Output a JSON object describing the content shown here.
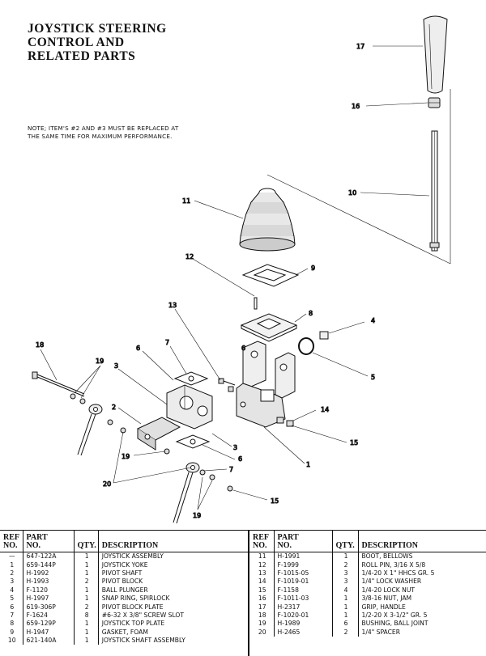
{
  "title": {
    "line1": "JOYSTICK STEERING",
    "line2": "CONTROL AND",
    "line3": "RELATED PARTS"
  },
  "note": {
    "line1": "NOTE; ITEM'S #2 AND #3 MUST BE REPLACED AT",
    "line2": "THE SAME TIME FOR MAXIMUM PERFORMANCE."
  },
  "callouts": {
    "c17": "17",
    "c16": "16",
    "c10": "10",
    "c11": "11",
    "c12": "12",
    "c9": "9",
    "c13": "13",
    "c8": "8",
    "c4": "4",
    "c18": "18",
    "c7": "7",
    "c6a": "6",
    "c3a": "3",
    "c19a": "19",
    "c6b": "6",
    "c5": "5",
    "c2": "2",
    "c14": "14",
    "c15a": "15",
    "c3b": "3",
    "c6c": "6",
    "c19b": "19",
    "c7b": "7",
    "c1": "1",
    "c20": "20",
    "c15b": "15",
    "c19c": "19"
  },
  "table": {
    "headers": {
      "ref_line1": "REF",
      "ref_line2": "NO.",
      "part_line1": "PART",
      "part_line2": "NO.",
      "qty": "QTY.",
      "desc": "DESCRIPTION"
    },
    "left_rows": [
      {
        "ref": "—",
        "part": "647-122A",
        "qty": "1",
        "desc": "JOYSTICK ASSEMBLY"
      },
      {
        "ref": "1",
        "part": "659-144P",
        "qty": "1",
        "desc": "JOYSTICK YOKE"
      },
      {
        "ref": "2",
        "part": "H-1992",
        "qty": "1",
        "desc": "PIVOT SHAFT"
      },
      {
        "ref": "3",
        "part": "H-1993",
        "qty": "2",
        "desc": "PIVOT BLOCK"
      },
      {
        "ref": "4",
        "part": "F-1120",
        "qty": "1",
        "desc": "BALL PLUNGER"
      },
      {
        "ref": "5",
        "part": "H-1997",
        "qty": "1",
        "desc": "SNAP RING, SPIRLOCK"
      },
      {
        "ref": "6",
        "part": "619-306P",
        "qty": "2",
        "desc": "PIVOT BLOCK PLATE"
      },
      {
        "ref": "7",
        "part": "F-1624",
        "qty": "8",
        "desc": "#6-32 X 3/8\" SCREW SLOT"
      },
      {
        "ref": "8",
        "part": "659-129P",
        "qty": "1",
        "desc": "JOYSTICK TOP PLATE"
      },
      {
        "ref": "9",
        "part": "H-1947",
        "qty": "1",
        "desc": "GASKET, FOAM"
      },
      {
        "ref": "10",
        "part": "621-140A",
        "qty": "1",
        "desc": "JOYSTICK SHAFT ASSEMBLY"
      }
    ],
    "right_rows": [
      {
        "ref": "11",
        "part": "H-1991",
        "qty": "1",
        "desc": "BOOT, BELLOWS"
      },
      {
        "ref": "12",
        "part": "F-1999",
        "qty": "2",
        "desc": "ROLL PIN, 3/16 X 5/8"
      },
      {
        "ref": "13",
        "part": "F-1015-05",
        "qty": "3",
        "desc": "1/4-20 X 1\" HHCS GR. 5"
      },
      {
        "ref": "14",
        "part": "F-1019-01",
        "qty": "3",
        "desc": "1/4\" LOCK WASHER"
      },
      {
        "ref": "15",
        "part": "F-1158",
        "qty": "4",
        "desc": "1/4-20 LOCK NUT"
      },
      {
        "ref": "16",
        "part": "F-1011-03",
        "qty": "1",
        "desc": "3/8-16 NUT, JAM"
      },
      {
        "ref": "17",
        "part": "H-2317",
        "qty": "1",
        "desc": "GRIP, HANDLE"
      },
      {
        "ref": "18",
        "part": "F-1020-01",
        "qty": "1",
        "desc": "1/2-20 X 3-1/2\" GR. 5"
      },
      {
        "ref": "19",
        "part": "H-1989",
        "qty": "6",
        "desc": "BUSHING, BALL JOINT"
      },
      {
        "ref": "20",
        "part": "H-2465",
        "qty": "2",
        "desc": "1/4\" SPACER"
      }
    ]
  }
}
